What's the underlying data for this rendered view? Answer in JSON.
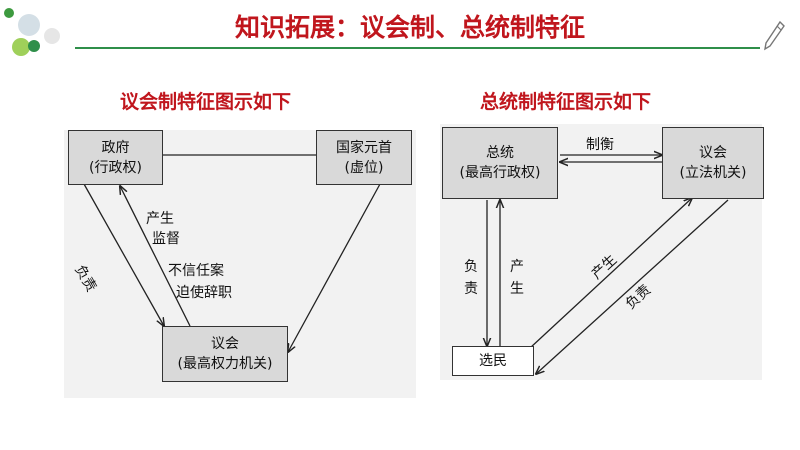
{
  "header": {
    "title": "知识拓展：议会制、总统制特征"
  },
  "left": {
    "title": "议会制特征图示如下",
    "government": {
      "name": "政府",
      "sub": "(行政权)"
    },
    "head_of_state": {
      "name": "国家元首",
      "sub": "(虚位)"
    },
    "parliament": {
      "name": "议会",
      "sub": "(最高权力机关)"
    },
    "labels": {
      "responsible": "负责",
      "produce": "产生",
      "supervise": "监督",
      "no_confidence": "不信任案",
      "force_resign": "迫使辞职"
    }
  },
  "right": {
    "title": "总统制特征图示如下",
    "president": {
      "name": "总统",
      "sub": "(最高行政权)"
    },
    "congress": {
      "name": "议会",
      "sub": "(立法机关)"
    },
    "voters": {
      "name": "选民"
    },
    "labels": {
      "checks": "制衡",
      "responsible_left": "负责",
      "produce_left": "产生",
      "produce_diag": "产生",
      "responsible_diag": "负责"
    }
  },
  "colors": {
    "title_red": "#c0161d",
    "accent_green": "#2f8f4a",
    "box_gray": "#d9d9d9",
    "panel_gray": "#f2f2f2"
  },
  "icons": [
    "decorative-dots-icon",
    "pen-icon"
  ]
}
